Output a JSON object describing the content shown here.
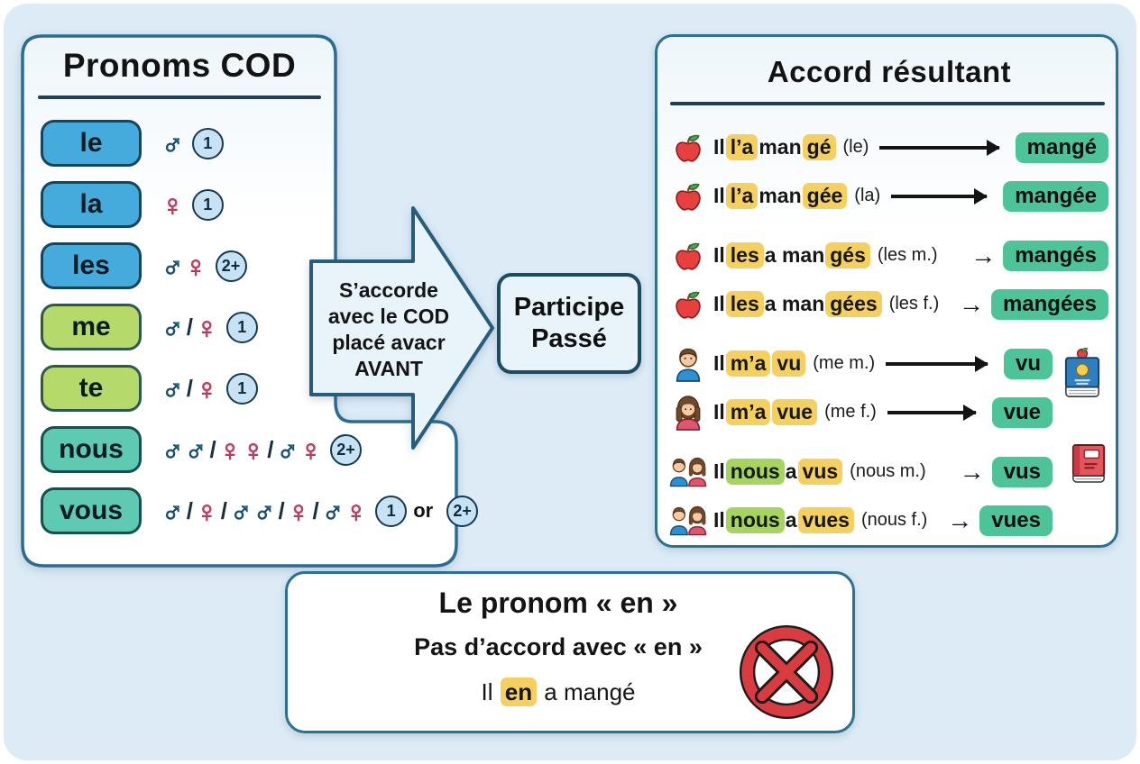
{
  "colors": {
    "page_background": "#dcebf6",
    "panel_border": "#2d7191",
    "underline": "#1e4057",
    "pill_blue": "#45abdd",
    "pill_green": "#b5da69",
    "pill_teal": "#5ecab2",
    "male_symbol": "#3093cc",
    "female_symbol": "#ef87ab",
    "count_circle": "#c9e2f3",
    "highlight_yellow": "#f5d05e",
    "highlight_green": "#a6d55f",
    "result_pill_green": "#4dc497",
    "prohibition_red": "#da3b41"
  },
  "left_panel": {
    "title": "Pronoms COD",
    "rows": [
      {
        "pronoun": "le",
        "color": "blue",
        "symbols": [
          "m",
          "c:1"
        ]
      },
      {
        "pronoun": "la",
        "color": "blue",
        "symbols": [
          "f",
          "c:1"
        ]
      },
      {
        "pronoun": "les",
        "color": "blue",
        "symbols": [
          "m",
          "f",
          "c:2+"
        ]
      },
      {
        "pronoun": "me",
        "color": "green",
        "symbols": [
          "m",
          "/",
          "f",
          "c:1"
        ]
      },
      {
        "pronoun": "te",
        "color": "green",
        "symbols": [
          "m",
          "/",
          "f",
          "c:1"
        ]
      },
      {
        "pronoun": "nous",
        "color": "teal",
        "symbols": [
          "m",
          "m",
          "/",
          "f",
          "f",
          "/",
          "m",
          "f",
          "c:2+"
        ]
      },
      {
        "pronoun": "vous",
        "color": "teal",
        "symbols": [
          "m",
          "/",
          "f",
          "/",
          "m",
          "m",
          "/",
          "f",
          "/",
          "m",
          "f",
          "c:1",
          "t:or",
          "c:2+"
        ]
      }
    ]
  },
  "arrow": {
    "lines": [
      "S’accorde",
      "avec le COD",
      "placé avacr",
      "AVANT"
    ]
  },
  "participle_box": {
    "lines": [
      "Participe",
      "Passé"
    ]
  },
  "right_panel": {
    "title": "Accord résultant",
    "rows": [
      {
        "icon": "apple-icon",
        "segments": [
          {
            "t": "Il "
          },
          {
            "t": "l’a",
            "hl": "yellow"
          },
          {
            "t": " man"
          },
          {
            "t": "gé",
            "hl": "yellow"
          }
        ],
        "note": "(le)",
        "arrow": "long",
        "result": "mangé"
      },
      {
        "icon": "apple-icon",
        "segments": [
          {
            "t": "Il "
          },
          {
            "t": "l’a",
            "hl": "yellow"
          },
          {
            "t": " man"
          },
          {
            "t": "gée",
            "hl": "yellow"
          }
        ],
        "note": "(la)",
        "arrow": "long",
        "result": "mangée"
      },
      {
        "icon": "apple-icon",
        "gap": true,
        "segments": [
          {
            "t": "Il "
          },
          {
            "t": "les",
            "hl": "yellow"
          },
          {
            "t": " a man"
          },
          {
            "t": "gés",
            "hl": "yellow"
          }
        ],
        "note": "(les m.)",
        "arrow": "short",
        "result": "mangés"
      },
      {
        "icon": "apple-icon",
        "segments": [
          {
            "t": "Il "
          },
          {
            "t": "les",
            "hl": "yellow"
          },
          {
            "t": " a man"
          },
          {
            "t": "gées",
            "hl": "yellow"
          }
        ],
        "note": "(les f.)",
        "arrow": "short",
        "result": "mangées"
      },
      {
        "icon": "boy-icon",
        "gap": true,
        "pad": true,
        "segments": [
          {
            "t": "Il "
          },
          {
            "t": "m’a",
            "hl": "yellow"
          },
          {
            "t": " "
          },
          {
            "t": "vu",
            "hl": "yellow"
          }
        ],
        "note": "(me m.)",
        "arrow": "long",
        "result": "vu"
      },
      {
        "icon": "girl-icon",
        "pad": true,
        "segments": [
          {
            "t": "Il "
          },
          {
            "t": "m’a",
            "hl": "yellow"
          },
          {
            "t": " "
          },
          {
            "t": "vue",
            "hl": "yellow"
          }
        ],
        "note": "(me f.)",
        "arrow": "long",
        "result": "vue"
      },
      {
        "icon": "couple-icon",
        "gap": true,
        "pad": true,
        "segments": [
          {
            "t": "Il "
          },
          {
            "t": "nous",
            "hl": "green"
          },
          {
            "t": " a "
          },
          {
            "t": "vus",
            "hl": "yellow"
          }
        ],
        "note": "(nous m.)",
        "arrow": "short",
        "result": "vus"
      },
      {
        "icon": "couple-icon",
        "pad": true,
        "segments": [
          {
            "t": "Il "
          },
          {
            "t": "nous",
            "hl": "green"
          },
          {
            "t": " a "
          },
          {
            "t": "vues",
            "hl": "yellow"
          }
        ],
        "note": "(nous f.)",
        "arrow": "short",
        "result": "vues"
      }
    ],
    "side_icons": [
      "blue-book-icon",
      "red-book-icon"
    ]
  },
  "bottom_panel": {
    "title": "Le pronom « en »",
    "subtitle": "Pas d’accord avec « en »",
    "example": [
      {
        "t": "Il "
      },
      {
        "t": "en",
        "hl": "yellow"
      },
      {
        "t": " a mangé"
      }
    ],
    "icon": "prohibition-icon"
  }
}
